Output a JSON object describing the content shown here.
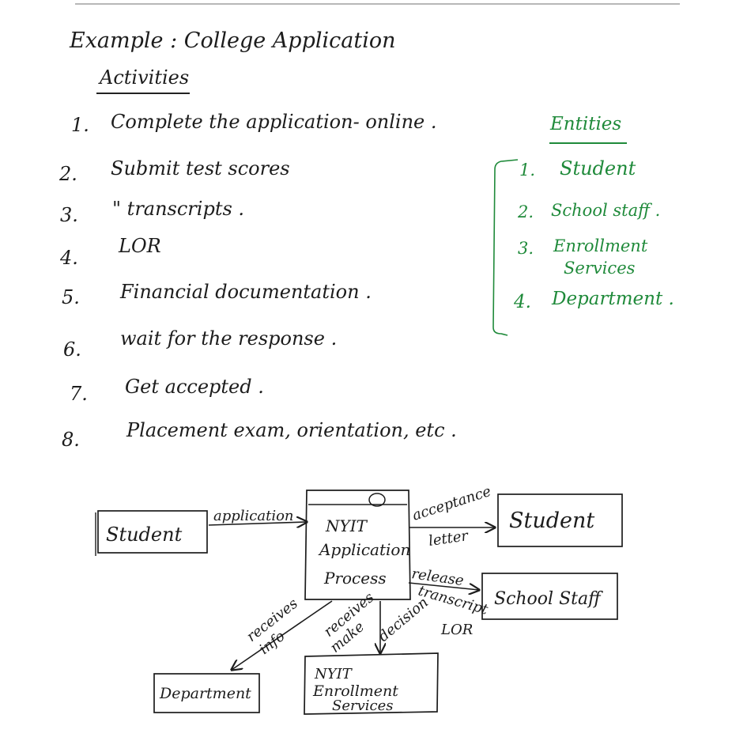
{
  "title": "Example : College Application",
  "activities": {
    "heading": "Activities",
    "items": [
      {
        "num": "1.",
        "text": "Complete the application- online ."
      },
      {
        "num": "2.",
        "text": "Submit test scores"
      },
      {
        "num": "3.",
        "text": "\"          transcripts ."
      },
      {
        "num": "4.",
        "text": "LOR"
      },
      {
        "num": "5.",
        "text": "Financial documentation ."
      },
      {
        "num": "6.",
        "text": "wait for the response ."
      },
      {
        "num": "7.",
        "text": "Get accepted ."
      },
      {
        "num": "8.",
        "text": "Placement exam, orientation, etc ."
      }
    ]
  },
  "entities": {
    "heading": "Entities",
    "items": [
      {
        "num": "1.",
        "text": "Student"
      },
      {
        "num": "2.",
        "text": "School staff ."
      },
      {
        "num": "3.",
        "text": "Enrollment",
        "text2": "Services"
      },
      {
        "num": "4.",
        "text": "Department ."
      }
    ]
  },
  "diagram": {
    "process": {
      "line1": "NYIT",
      "line2": "Application",
      "line3": "Process"
    },
    "student_left": "Student",
    "student_right": "Student",
    "school_staff": "School Staff",
    "department": "Department",
    "enrollment": {
      "line1": "NYIT",
      "line2": "Enrollment",
      "line3": "Services"
    },
    "flows": {
      "application": "application",
      "acceptance": "acceptance",
      "letter": "letter",
      "release": "release",
      "transcript": "transcript",
      "lor": "LOR",
      "receives": "receives",
      "info": "info",
      "receives2": "receives",
      "make": "make",
      "decision": "decision"
    }
  },
  "colors": {
    "ink": "#1c1c1c",
    "green": "#1f8a3a"
  }
}
